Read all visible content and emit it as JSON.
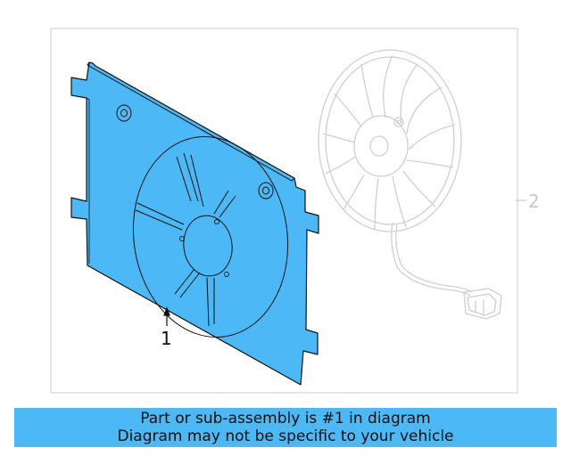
{
  "diagram": {
    "callouts": {
      "part_1": "1",
      "part_2": "2"
    },
    "colors": {
      "highlight": "#4cb8f5",
      "ghost_line": "#cfcfcf",
      "outline": "#111111",
      "frame": "#d4d4d4"
    },
    "highlighted_part": "fan-shroud",
    "ghost_part": "fan-motor-assembly"
  },
  "banner": {
    "line1": "Part or sub-assembly is #1 in diagram",
    "line2": "Diagram may not be specific to your vehicle"
  }
}
